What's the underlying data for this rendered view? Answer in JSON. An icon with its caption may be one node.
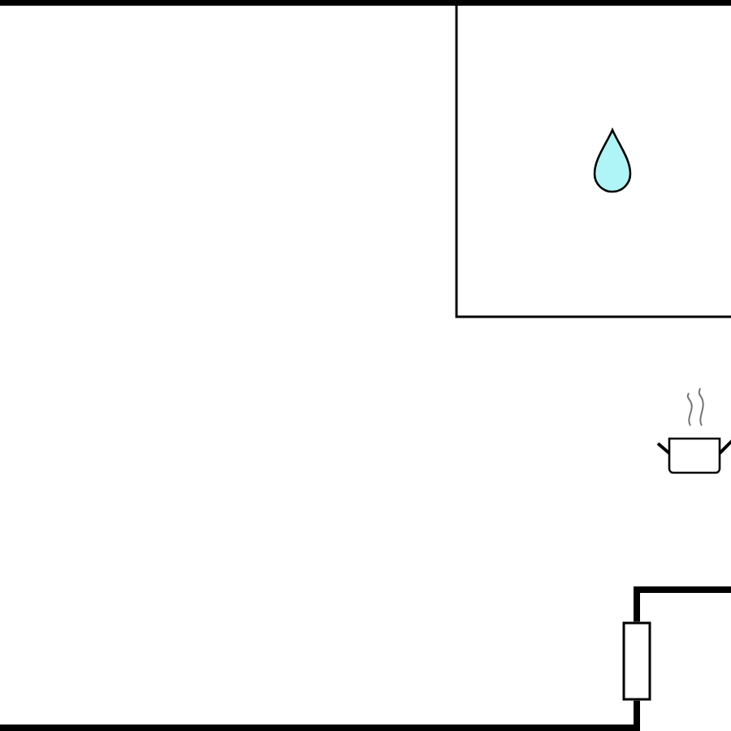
{
  "diagram": {
    "nodes": [
      {
        "text": [],
        "shape": "box"
      },
      {
        "text": [],
        "shape": "box"
      }
    ],
    "edges": [
      {
        "from": null,
        "to": 1,
        "arrow": "none"
      },
      {
        "from": 1,
        "to": null,
        "arrow": "none"
      }
    ]
  }
}
